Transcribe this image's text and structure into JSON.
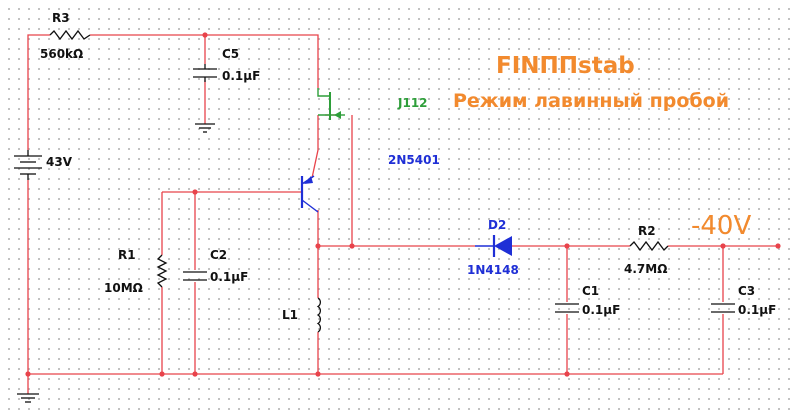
{
  "title": "FINППstab",
  "subtitle": "Режим лавинный пробой",
  "output_voltage": "-40V",
  "colors": {
    "wire": "#e8434b",
    "ground": "#111111",
    "diode": "#1f2fd6",
    "npn": "#1f2fd6",
    "jfet": "#2e9e3a",
    "title": "#f28a2e"
  },
  "components": {
    "r3": {
      "ref": "R3",
      "value": "560kΩ"
    },
    "c5": {
      "ref": "C5",
      "value": "0.1µF"
    },
    "v1": {
      "value": "43V"
    },
    "j1": {
      "ref": "J112"
    },
    "q1": {
      "ref": "2N5401"
    },
    "r1": {
      "ref": "R1",
      "value": "10MΩ"
    },
    "c2": {
      "ref": "C2",
      "value": "0.1µF"
    },
    "l1": {
      "ref": "L1"
    },
    "d2": {
      "ref": "D2",
      "value": "1N4148"
    },
    "r2": {
      "ref": "R2",
      "value": "4.7MΩ"
    },
    "c1": {
      "ref": "C1",
      "value": "0.1µF"
    },
    "c3": {
      "ref": "C3",
      "value": "0.1µF"
    }
  }
}
